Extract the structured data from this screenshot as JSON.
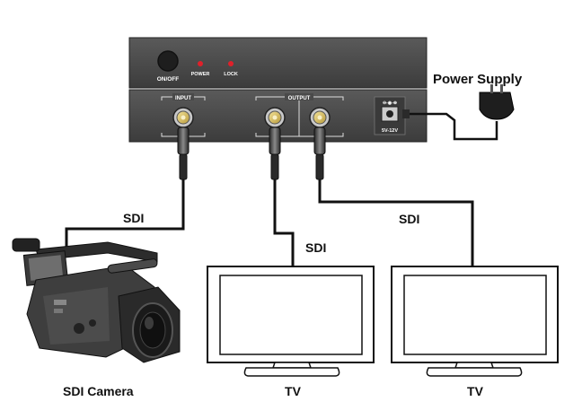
{
  "device": {
    "on_off": "ON/OFF",
    "power_led": "POWER",
    "lock_led": "LOCK",
    "input_label": "INPUT",
    "output_label": "OUTPUT",
    "dc_symbol": "⊖-◉-⊕",
    "dc_voltage": "5V-12V"
  },
  "labels": {
    "power_supply": "Power Supply",
    "sdi_camera_cable": "SDI",
    "sdi_tv1_cable": "SDI",
    "sdi_tv2_cable": "SDI",
    "camera": "SDI Camera",
    "tv1": "TV",
    "tv2": "TV"
  },
  "colors": {
    "device_body": "#4a4a4a",
    "led": "#e0202a",
    "bnc_gold": "#e8d27a",
    "cable": "#111111"
  }
}
